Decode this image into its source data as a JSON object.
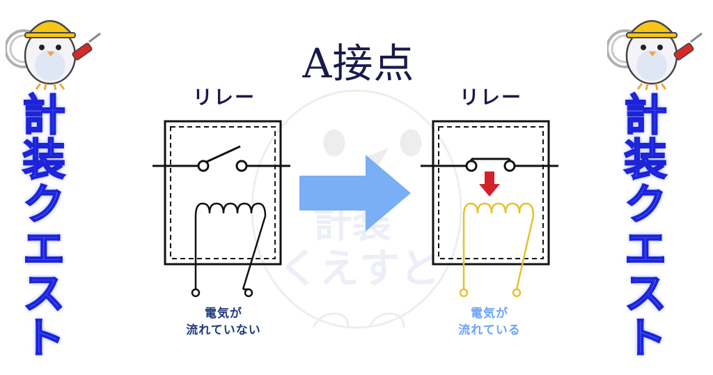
{
  "title": "A接点",
  "side_title": "計装クエスト",
  "watermark": {
    "line1": "計装",
    "line2": "くえすと"
  },
  "left_panel": {
    "relay_label": "リレー",
    "state_line1": "電気が",
    "state_line2": "流れていない"
  },
  "right_panel": {
    "relay_label": "リレー",
    "state_line1": "電気が",
    "state_line2": "流れている"
  },
  "colors": {
    "title_text": "#1a1a4a",
    "side_title_fill": "#3b57ff",
    "arrow": "#7aaef5",
    "coil_energized": "#e8c030",
    "caption_energized": "#6aa3ff",
    "force_arrow": "#d4202a"
  },
  "icons": [
    "bird-mascot-icon",
    "screwdriver-icon",
    "hard-hat-icon",
    "cable-coil-icon"
  ]
}
